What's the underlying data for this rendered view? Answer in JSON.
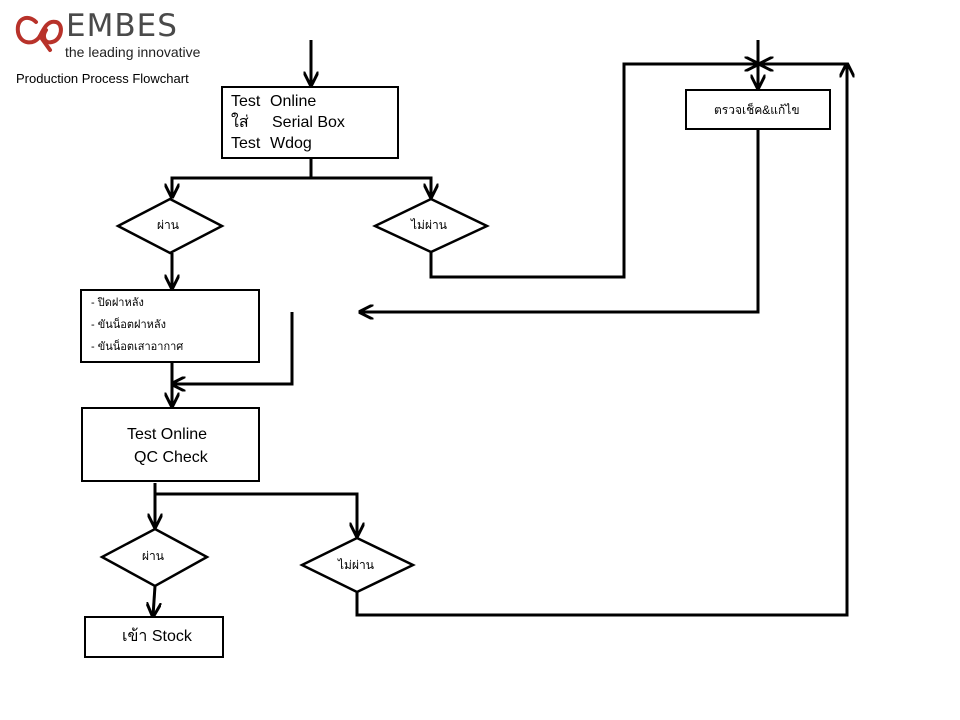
{
  "header": {
    "brand_name": "EMBES",
    "tagline": "the leading innovative",
    "subtitle": "Production Process Flowchart"
  },
  "nodes": {
    "test_online_box": {
      "line1_a": "Test",
      "line1_b": "Online",
      "line2_a": "ใส่",
      "line2_b": "Serial Box",
      "line3_a": "Test",
      "line3_b": "Wdog"
    },
    "pass_1": "ผ่าน",
    "fail_1": "ไม่ผ่าน",
    "check_fix": "ตรวจเช็ค&แก้ไข",
    "assembly": {
      "item1": "-  ปิดฝาหลัง",
      "item2": "-  ขันน็อตฝาหลัง",
      "item3": "-  ขันน็อตเสาอากาศ"
    },
    "qc_box": {
      "line1": "Test Online",
      "line2": "QC Check"
    },
    "pass_2": "ผ่าน",
    "fail_2": "ไม่ผ่าน",
    "stock": "เข้า Stock"
  },
  "colors": {
    "line": "#000000",
    "background": "#ffffff",
    "logo": "#b8322a",
    "brand_text": "#4a4a4a"
  }
}
